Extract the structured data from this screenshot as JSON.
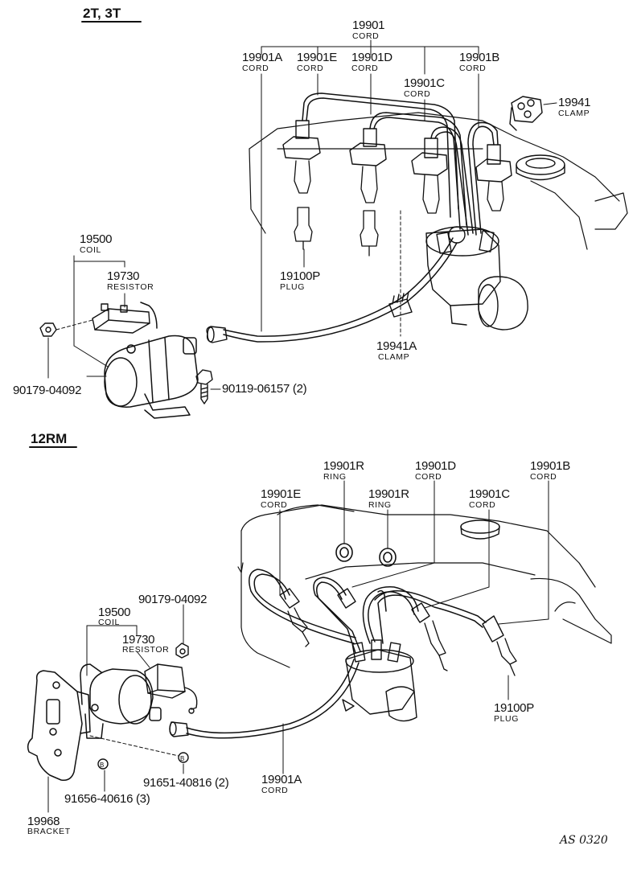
{
  "sections": {
    "top": "2T, 3T",
    "bottom": "12RM"
  },
  "top": {
    "cord_main": {
      "num": "19901",
      "sub": "CORD"
    },
    "cord_a": {
      "num": "19901A",
      "sub": "CORD"
    },
    "cord_e": {
      "num": "19901E",
      "sub": "CORD"
    },
    "cord_d": {
      "num": "19901D",
      "sub": "CORD"
    },
    "cord_b": {
      "num": "19901B",
      "sub": "CORD"
    },
    "cord_c": {
      "num": "19901C",
      "sub": "CORD"
    },
    "clamp": {
      "num": "19941",
      "sub": "CLAMP"
    },
    "clamp_a": {
      "num": "19941A",
      "sub": "CLAMP"
    },
    "coil": {
      "num": "19500",
      "sub": "COIL"
    },
    "resistor": {
      "num": "19730",
      "sub": "RESISTOR"
    },
    "plug": {
      "num": "19100P",
      "sub": "PLUG"
    },
    "nut": "90179-04092",
    "bolt": "90119-06157 (2)"
  },
  "bottom": {
    "ring_1": {
      "num": "19901R",
      "sub": "RING"
    },
    "ring_2": {
      "num": "19901R",
      "sub": "RING"
    },
    "cord_d": {
      "num": "19901D",
      "sub": "CORD"
    },
    "cord_b": {
      "num": "19901B",
      "sub": "CORD"
    },
    "cord_e": {
      "num": "19901E",
      "sub": "CORD"
    },
    "cord_c": {
      "num": "19901C",
      "sub": "CORD"
    },
    "nut": "90179-04092",
    "coil": {
      "num": "19500",
      "sub": "COIL"
    },
    "resistor": {
      "num": "19730",
      "sub": "RESISTOR"
    },
    "plug": {
      "num": "19100P",
      "sub": "PLUG"
    },
    "bolt_a": "91651-40816 (2)",
    "bolt_b": "91656-40616 (3)",
    "cord_a": {
      "num": "19901A",
      "sub": "CORD"
    },
    "bracket": {
      "num": "19968",
      "sub": "BRACKET"
    }
  },
  "drawing_code": "AS 0320"
}
